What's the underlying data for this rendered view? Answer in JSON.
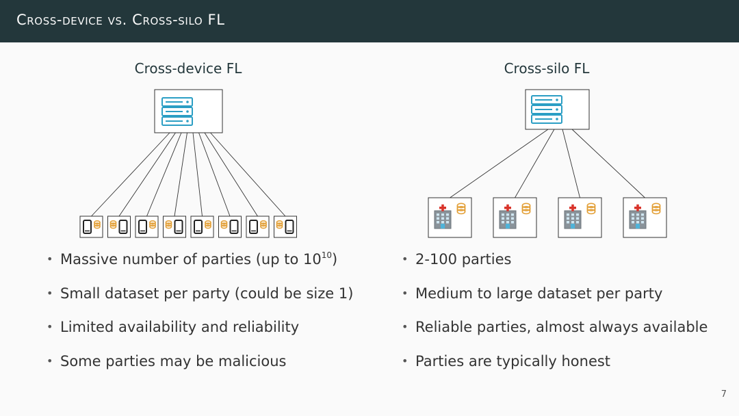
{
  "slide": {
    "title": "Cross-device vs. Cross-silo FL",
    "page_number": "7"
  },
  "left": {
    "heading": "Cross-device FL",
    "client_icon": "phone-with-database-icon",
    "client_count": 8,
    "bullets": [
      {
        "text": "Massive number of parties (up to 10",
        "sup": "10",
        "suffix": ")"
      },
      {
        "text": "Small dataset per party (could be size 1)"
      },
      {
        "text": "Limited availability and reliability"
      },
      {
        "text": "Some parties may be malicious"
      }
    ]
  },
  "right": {
    "heading": "Cross-silo FL",
    "client_icon": "hospital-with-database-icon",
    "client_count": 4,
    "bullets": [
      {
        "text": "2-100 parties"
      },
      {
        "text": "Medium to large dataset per party"
      },
      {
        "text": "Reliable parties, almost always available"
      },
      {
        "text": "Parties are typically honest"
      }
    ]
  },
  "server_icon": "server-rack-icon",
  "colors": {
    "title_bar": "#23373b",
    "server": "#2b9ec4",
    "database": "#e3a13a",
    "hospital_cross": "#d9342b",
    "phone": "#222222"
  }
}
